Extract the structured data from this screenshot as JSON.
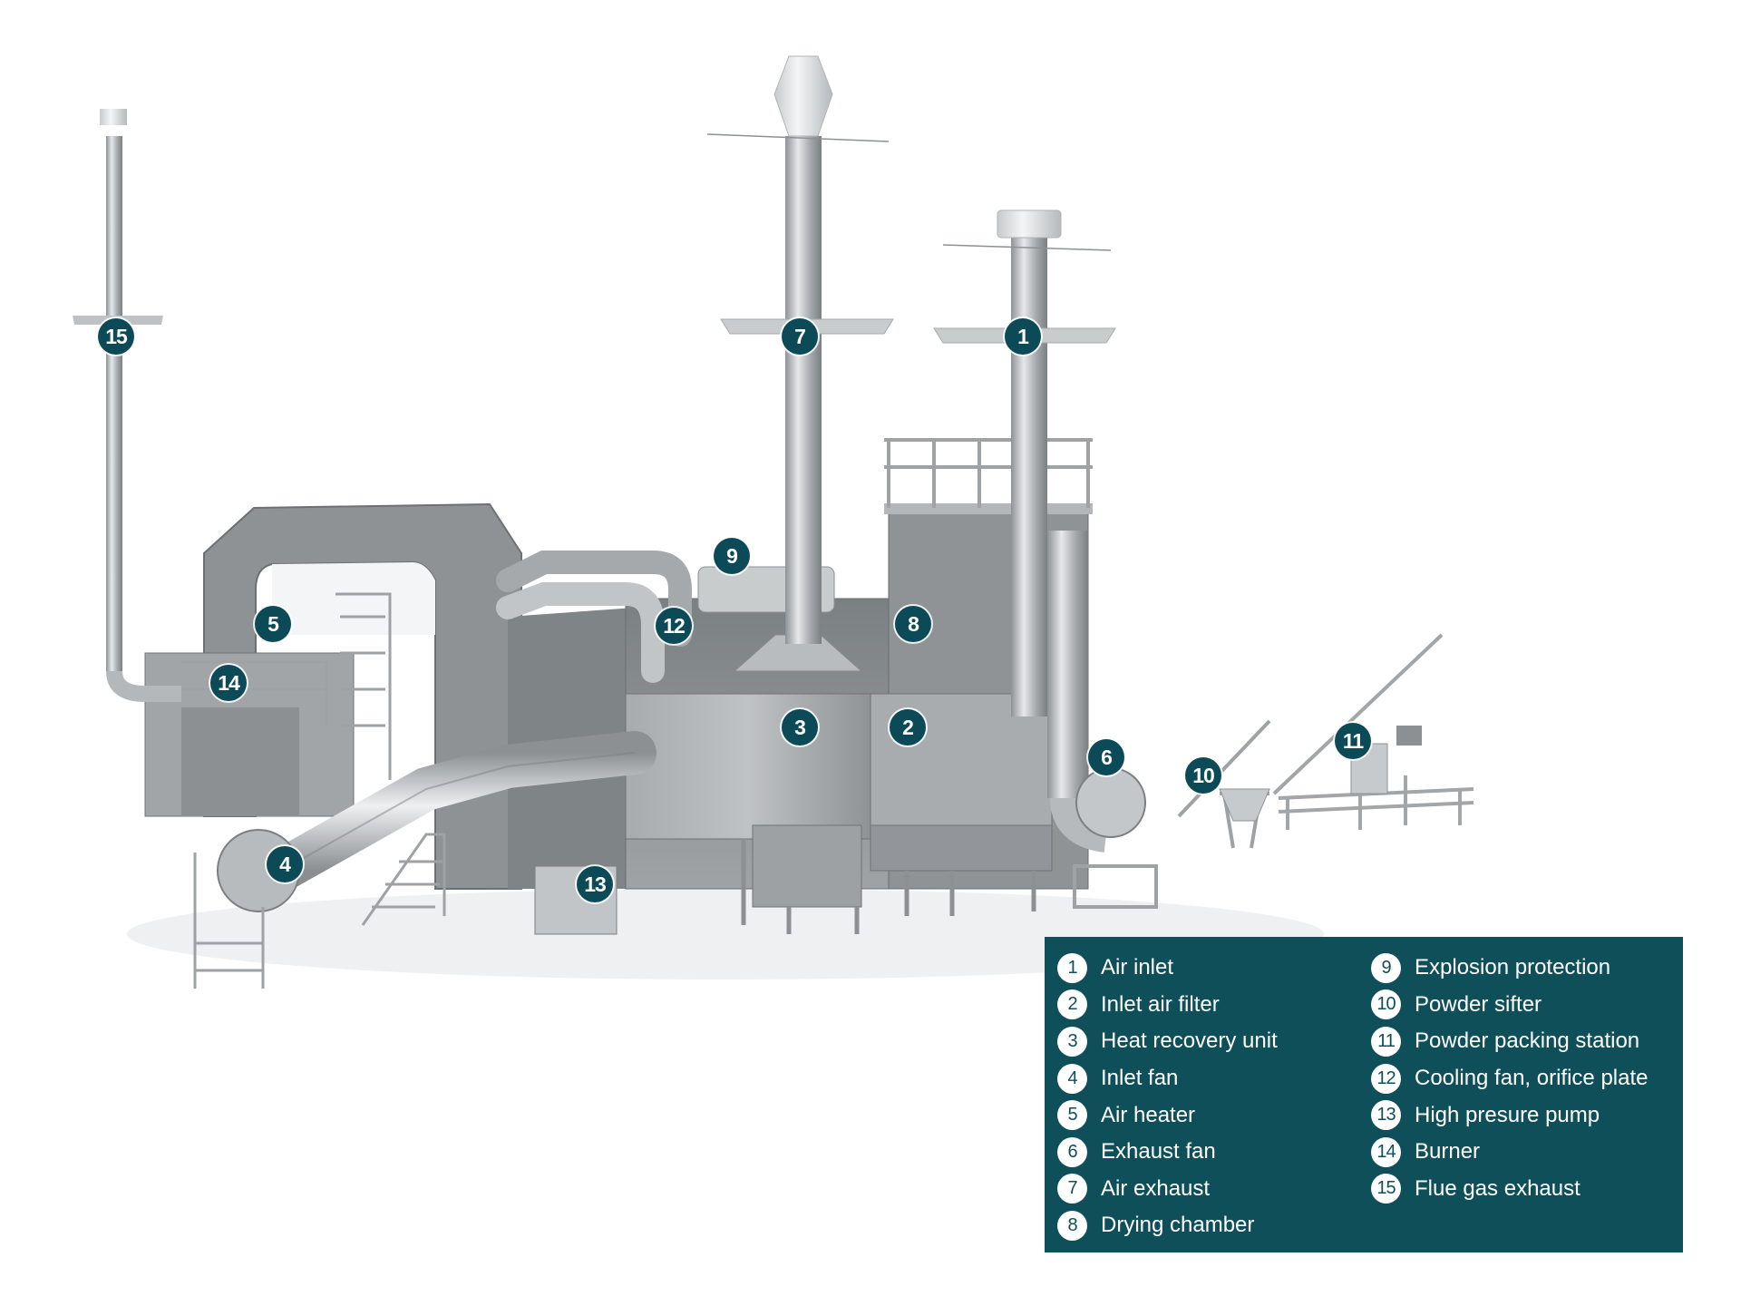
{
  "markers": [
    {
      "number": "1",
      "target": "Air inlet"
    },
    {
      "number": "2",
      "target": "Inlet air filter"
    },
    {
      "number": "3",
      "target": "Heat recovery unit"
    },
    {
      "number": "4",
      "target": "Inlet fan"
    },
    {
      "number": "5",
      "target": "Air heater"
    },
    {
      "number": "6",
      "target": "Exhaust fan"
    },
    {
      "number": "7",
      "target": "Air exhaust"
    },
    {
      "number": "8",
      "target": "Drying chamber"
    },
    {
      "number": "9",
      "target": "Explosion protection"
    },
    {
      "number": "10",
      "target": "Powder sifter"
    },
    {
      "number": "11",
      "target": "Powder packing station"
    },
    {
      "number": "12",
      "target": "Cooling fan, orifice plate"
    },
    {
      "number": "13",
      "target": "High presure pump"
    },
    {
      "number": "14",
      "target": "Burner"
    },
    {
      "number": "15",
      "target": "Flue gas exhaust"
    }
  ],
  "legend": {
    "left": [
      {
        "number": "1",
        "label": "Air inlet"
      },
      {
        "number": "2",
        "label": "Inlet air filter"
      },
      {
        "number": "3",
        "label": "Heat recovery unit"
      },
      {
        "number": "4",
        "label": "Inlet fan"
      },
      {
        "number": "5",
        "label": "Air heater"
      },
      {
        "number": "6",
        "label": "Exhaust fan"
      },
      {
        "number": "7",
        "label": "Air exhaust"
      },
      {
        "number": "8",
        "label": "Drying chamber"
      }
    ],
    "right": [
      {
        "number": "9",
        "label": "Explosion protection"
      },
      {
        "number": "10",
        "label": "Powder sifter"
      },
      {
        "number": "11",
        "label": "Powder packing station"
      },
      {
        "number": "12",
        "label": "Cooling fan, orifice plate"
      },
      {
        "number": "13",
        "label": "High presure pump"
      },
      {
        "number": "14",
        "label": "Burner"
      },
      {
        "number": "15",
        "label": "Flue gas exhaust"
      }
    ]
  },
  "colors": {
    "marker": "#0b4a56",
    "legend_background": "#0e4f59",
    "steel_light": "#c9ccce",
    "steel_mid": "#9a9ea1",
    "steel_dark": "#6e7376"
  }
}
